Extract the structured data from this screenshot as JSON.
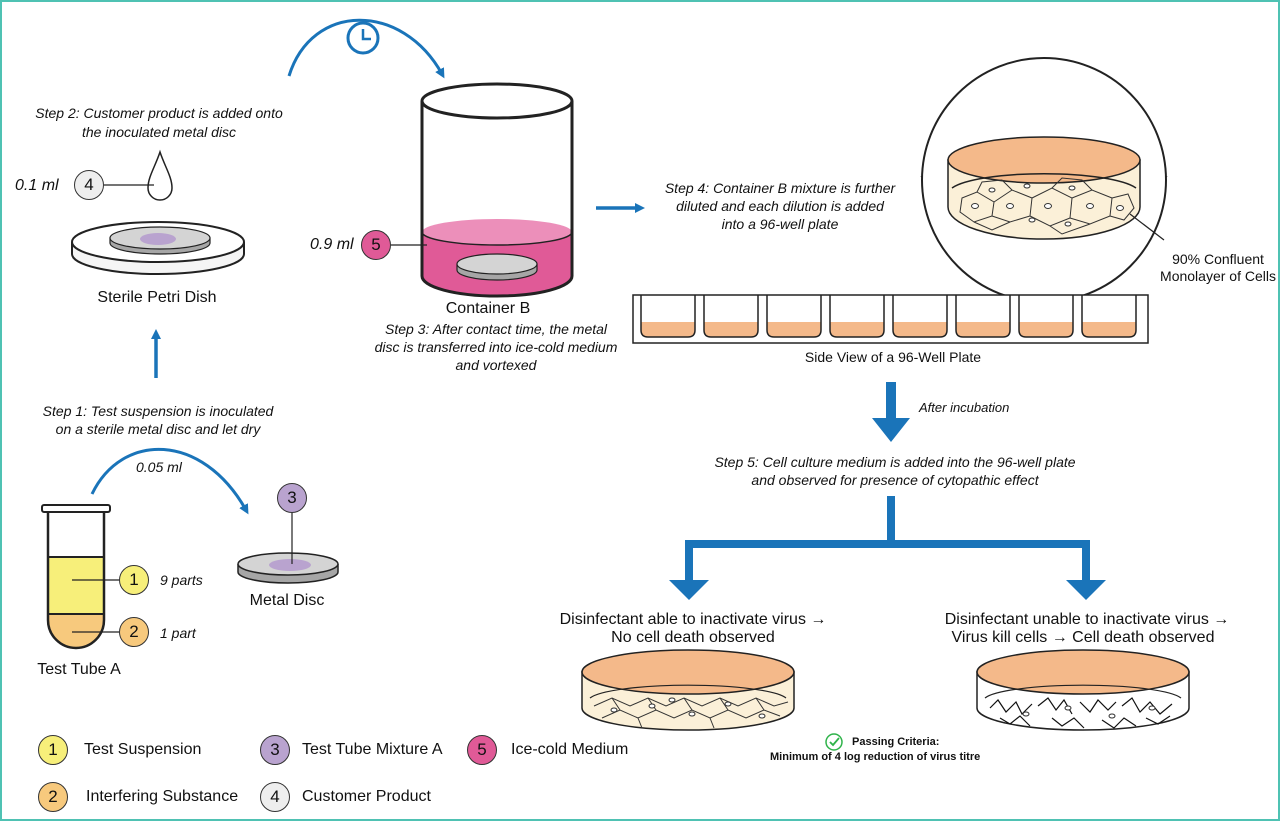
{
  "steps": {
    "step1": [
      "Step 1: Test suspension is inoculated",
      "on a sterile metal disc and let dry"
    ],
    "step2": [
      "Step 2: Customer product is added onto",
      "the inoculated metal disc"
    ],
    "step3": [
      "Step 3: After contact time, the metal",
      "disc is transferred into ice-cold medium",
      "and vortexed"
    ],
    "step4": [
      "Step 4: Container B mixture is further",
      "diluted and each dilution is added",
      "into a 96-well plate"
    ],
    "step5": [
      "Step 5: Cell culture medium is added into the 96-well plate",
      "and observed for presence of cytopathic effect"
    ]
  },
  "labels": {
    "test_tube": "Test Tube A",
    "metal_disc": "Metal Disc",
    "petri_dish": "Sterile Petri Dish",
    "container": "Container B",
    "plate": "Side View of a 96-Well Plate",
    "confluent": [
      "90% Confluent",
      "Monolayer of Cells"
    ],
    "after_incubation": "After incubation",
    "outcome_left": [
      "Disinfectant able to inactivate virus →",
      "No cell death observed"
    ],
    "outcome_right": [
      "Disinfectant unable to inactivate virus →",
      "Virus kill cells → Cell death observed"
    ]
  },
  "volumes": {
    "transfer": "0.05 ml",
    "product": "0.1 ml",
    "medium": "0.9 ml",
    "parts_1": "9 parts",
    "parts_2": "1 part"
  },
  "badges": {
    "b1": "1",
    "b2": "2",
    "b3": "3",
    "b4": "4",
    "b5": "5"
  },
  "legend": [
    {
      "num": "1",
      "label": "Test Suspension",
      "color": "#f7ef7a"
    },
    {
      "num": "3",
      "label": "Test Tube Mixture A",
      "color": "#b9a3cf"
    },
    {
      "num": "5",
      "label": "Ice-cold Medium",
      "color": "#e05a97"
    },
    {
      "num": "2",
      "label": "Interfering Substance",
      "color": "#f7c97d"
    },
    {
      "num": "4",
      "label": "Customer Product",
      "color": "#eeeeee"
    }
  ],
  "passing": {
    "title": "Passing Criteria:",
    "text": "Minimum of 4 log reduction of virus titre"
  },
  "colors": {
    "arrow": "#1a74b9",
    "frame": "#4fc2b3",
    "suspension": "#f7ef7a",
    "interfering": "#f7c97d",
    "mixture": "#b9a3cf",
    "medium": "#e05a97",
    "product": "#eeeeee",
    "dish_rim": "#f4b98a",
    "cells": "#fbf0d8",
    "check": "#2fb34a"
  }
}
